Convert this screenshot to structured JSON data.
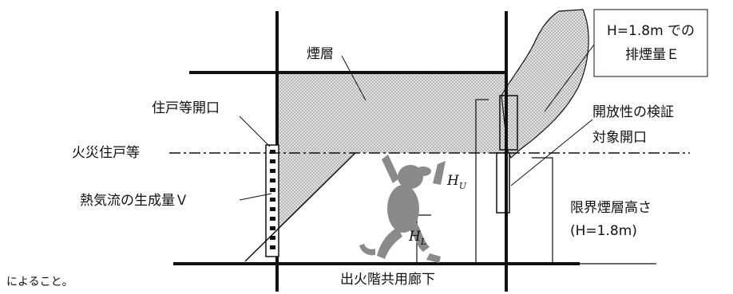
{
  "labels": {
    "smoke_layer": "煙層",
    "dwelling_opening": "住戸等開口",
    "fire_dwelling": "火災住戸等",
    "hot_air_flow": "熱気流の生成量Ｖ",
    "exhaust_line1": "H=1.8m での",
    "exhaust_line2": "排煙量Ｅ",
    "verification_line1": "開放性の検証",
    "verification_line2": "対象開口",
    "limit_line1": "限界煙層高さ",
    "limit_line2": "(H=1.8m)",
    "hu_main": "H",
    "hu_sub": "U",
    "hl_main": "H",
    "hl_sub": "L",
    "corridor": "出火階共用廊下",
    "footer": "によること。"
  },
  "colors": {
    "line": "#111111",
    "smoke_fill": "#d8d8d8",
    "figure": "#8a8a8a"
  },
  "icons": {
    "person": "person-climbing-icon"
  }
}
